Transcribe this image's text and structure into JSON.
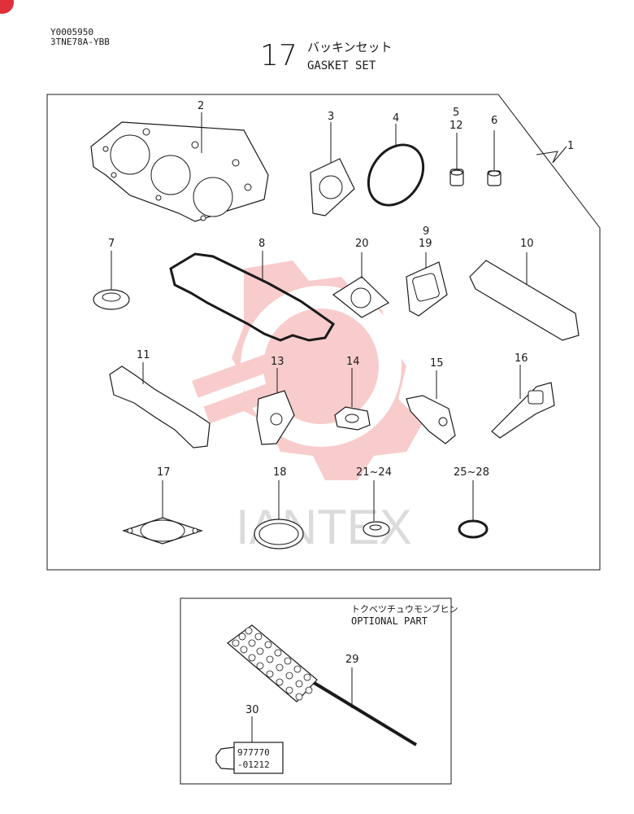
{
  "header": {
    "code_line1": "Y0005950",
    "code_line2": "3TNE78A-YBB",
    "section_number": "17",
    "title_jp": "バッキンセット",
    "title_en": "GASKET SET"
  },
  "watermark": {
    "text": "IANTEX",
    "color": "#e84a4a"
  },
  "callouts": {
    "c1": "1",
    "c2": "2",
    "c3": "3",
    "c4": "4",
    "c5": "5",
    "c12": "12",
    "c6": "6",
    "c7": "7",
    "c8": "8",
    "c20": "20",
    "c9": "9",
    "c19": "19",
    "c10": "10",
    "c11": "11",
    "c13": "13",
    "c14": "14",
    "c15": "15",
    "c16": "16",
    "c17": "17",
    "c18": "18",
    "c21_24": "21~24",
    "c25_28": "25~28",
    "c29": "29",
    "c30": "30"
  },
  "optional": {
    "title_jp": "トクベツチュウモンブヒン",
    "title_en": "OPTIONAL PART",
    "tube_line1": "977770",
    "tube_line2": "-01212"
  },
  "colors": {
    "badge": "#e0303a",
    "line": "#1a1a1a"
  }
}
